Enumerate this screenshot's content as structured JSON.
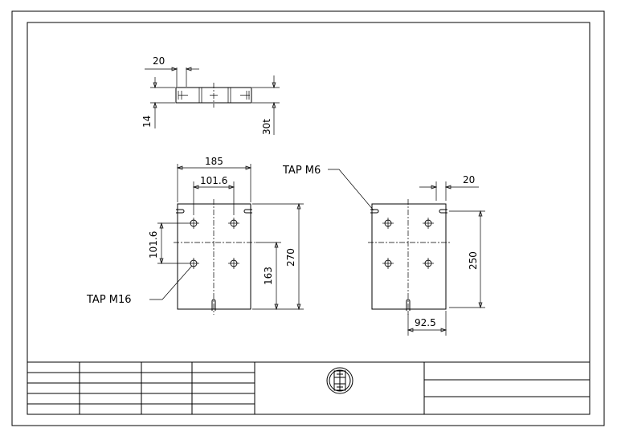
{
  "top_view": {
    "dim_width": "20",
    "dim_height_left": "14",
    "dim_thickness": "30t"
  },
  "front_view": {
    "dim_overall_width": "185",
    "dim_hole_spacing_x": "101.6",
    "dim_hole_spacing_y": "101.6",
    "dim_overall_height": "270",
    "dim_center_height": "163",
    "callout_tap": "TAP M16"
  },
  "side_view": {
    "callout_tap": "TAP M6",
    "dim_slot_width": "20",
    "dim_height": "250",
    "dim_bottom_offset": "92.5"
  },
  "title_block": {
    "logo_icon": "company-seal-icon"
  }
}
